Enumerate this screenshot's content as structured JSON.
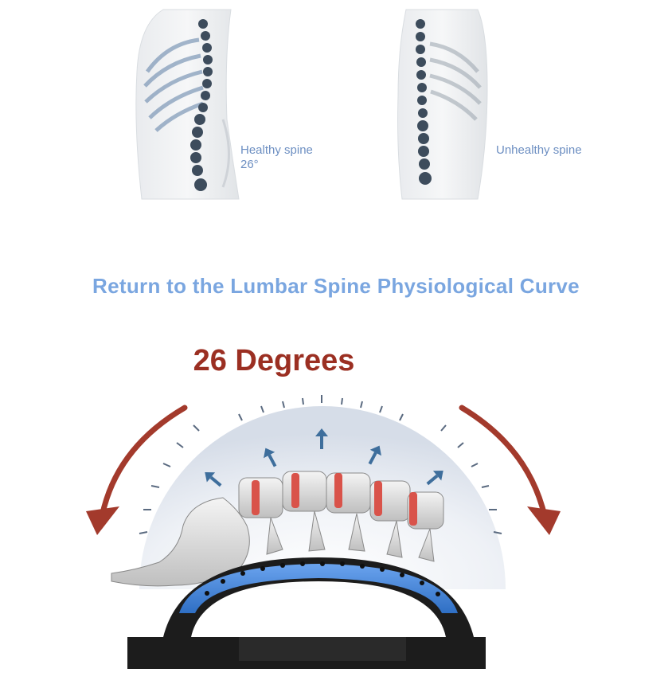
{
  "top_panel": {
    "healthy": {
      "label": "Healthy spine",
      "angle": "26°"
    },
    "unhealthy": {
      "label": "Unhealthy spine"
    }
  },
  "headline": "Return to the Lumbar Spine Physiological Curve",
  "degrees_label": "26 Degrees",
  "colors": {
    "headline_blue": "#7aa6e0",
    "degrees_red": "#9b2f22",
    "arrow_red": "#a33a2c",
    "arrow_blue": "#3e6e9c",
    "stretcher_blue": "#4a86d8",
    "stretcher_black": "#1c1c1c",
    "disc_red": "#d9534a"
  },
  "icons": [
    "healthy-spine-illustration",
    "unhealthy-spine-illustration",
    "lumbar-vertebrae-illustration",
    "back-stretcher-device",
    "rotate-left-arrow-icon",
    "rotate-right-arrow-icon",
    "expand-arrow-icon"
  ]
}
